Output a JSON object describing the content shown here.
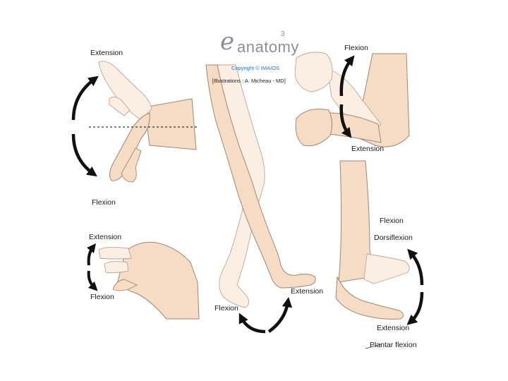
{
  "logo": {
    "letter": "e",
    "word": "anatomy",
    "superscript": "3"
  },
  "copyright": "Copyright © IMAIOS",
  "credit": "[Illustrations : A. Micheau - MD]",
  "colors": {
    "skin": "#f6dcc4",
    "outline": "#9c8878",
    "arrow": "#111111",
    "logo": "#8a8f99",
    "copyright": "#2a6fc9"
  },
  "panels": {
    "wrist": {
      "top_label": "Extension",
      "bottom_label": "Flexion"
    },
    "finger": {
      "top_label": "Extension",
      "bottom_label": "Flexion"
    },
    "knee": {
      "left_label": "Flexion",
      "right_label": "Extension"
    },
    "elbow": {
      "top_label": "Flexion",
      "bottom_label": "Extension"
    },
    "ankle": {
      "label_1": "Flexion",
      "label_2": "Dorsiflexion",
      "label_3": "Extension",
      "label_4": "Plantar flexion"
    }
  }
}
